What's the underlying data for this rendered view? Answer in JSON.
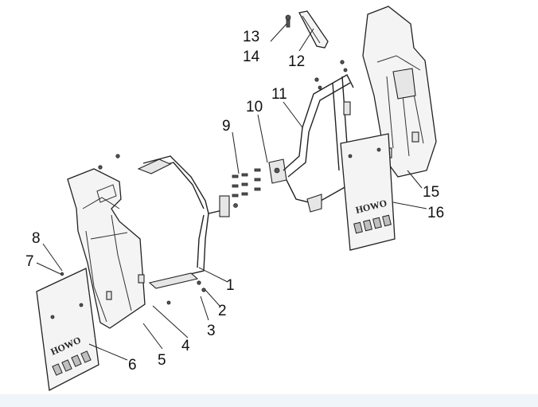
{
  "callouts": [
    "1",
    "2",
    "3",
    "4",
    "5",
    "6",
    "7",
    "8",
    "9",
    "10",
    "11",
    "12",
    "13",
    "14",
    "15",
    "16"
  ],
  "plate_logo": "HOWO"
}
